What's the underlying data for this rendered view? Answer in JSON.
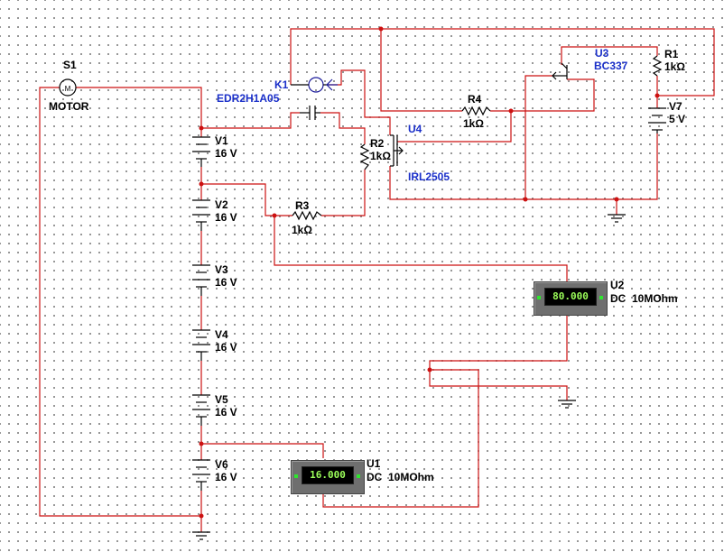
{
  "switch": {
    "ref": "S1",
    "type": "MOTOR",
    "symbol": "M"
  },
  "relay": {
    "ref": "K1",
    "part": "EDR2H1A05"
  },
  "transistor": {
    "ref": "U3",
    "part": "BC337"
  },
  "mosfet": {
    "ref": "U4",
    "part": "IRL2505"
  },
  "resistors": [
    {
      "ref": "R1",
      "value": "1kΩ"
    },
    {
      "ref": "R2",
      "value": "1kΩ"
    },
    {
      "ref": "R3",
      "value": "1kΩ"
    },
    {
      "ref": "R4",
      "value": "1kΩ"
    }
  ],
  "batteries": [
    {
      "ref": "V1",
      "value": "16 V"
    },
    {
      "ref": "V2",
      "value": "16 V"
    },
    {
      "ref": "V3",
      "value": "16 V"
    },
    {
      "ref": "V4",
      "value": "16 V"
    },
    {
      "ref": "V5",
      "value": "16 V"
    },
    {
      "ref": "V6",
      "value": "16 V"
    },
    {
      "ref": "V7",
      "value": "5 V"
    }
  ],
  "meters": [
    {
      "ref": "U1",
      "reading": "16.000",
      "mode": "DC  10MOhm"
    },
    {
      "ref": "U2",
      "reading": "80.000",
      "mode": "DC  10MOhm"
    }
  ],
  "colors": {
    "wire": "#cc1111",
    "label_blue": "#1a2fc9",
    "meter_text": "#9cff5a"
  }
}
